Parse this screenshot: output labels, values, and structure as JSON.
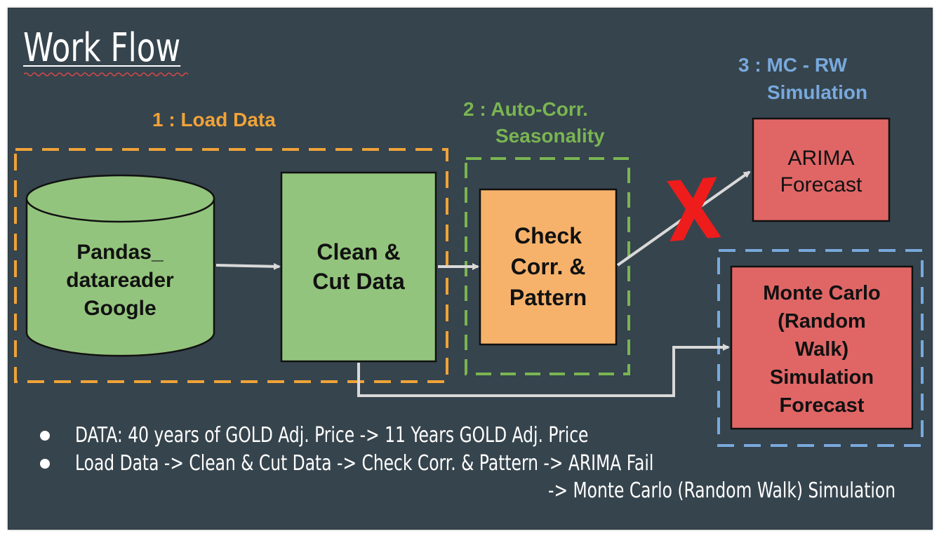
{
  "title": "Work Flow",
  "steps": {
    "load": "1 : Load Data",
    "autocorr_line1": "2 : Auto-Corr.",
    "autocorr_line2": "Seasonality",
    "mcrw_line1": "3 : MC - RW",
    "mcrw_line2": "Simulation"
  },
  "nodes": {
    "datasource": [
      "Pandas_",
      "datareader",
      "Google"
    ],
    "clean": [
      "Clean &",
      "Cut Data"
    ],
    "check": [
      "Check",
      "Corr. &",
      "Pattern"
    ],
    "arima": [
      "ARIMA",
      "Forecast"
    ],
    "montecarlo": [
      "Monte Carlo",
      "(Random",
      "Walk)",
      "Simulation",
      "Forecast"
    ]
  },
  "fail_mark": "X",
  "bullets": [
    "DATA: 40 years of GOLD Adj. Price -> 11 Years GOLD Adj. Price",
    "Load Data -> Clean & Cut Data -> Check Corr. & Pattern -> ARIMA Fail",
    "-> Monte Carlo (Random Walk) Simulation"
  ],
  "colors": {
    "background": "#36444d",
    "load": "#f0a338",
    "autocorr": "#7ab552",
    "mcrw": "#78a9dd",
    "green_box": "#93c47d",
    "orange_box": "#f6b26b",
    "red_box": "#e06666",
    "fail": "#ef1c1c",
    "arrow": "#d9d9d9"
  }
}
